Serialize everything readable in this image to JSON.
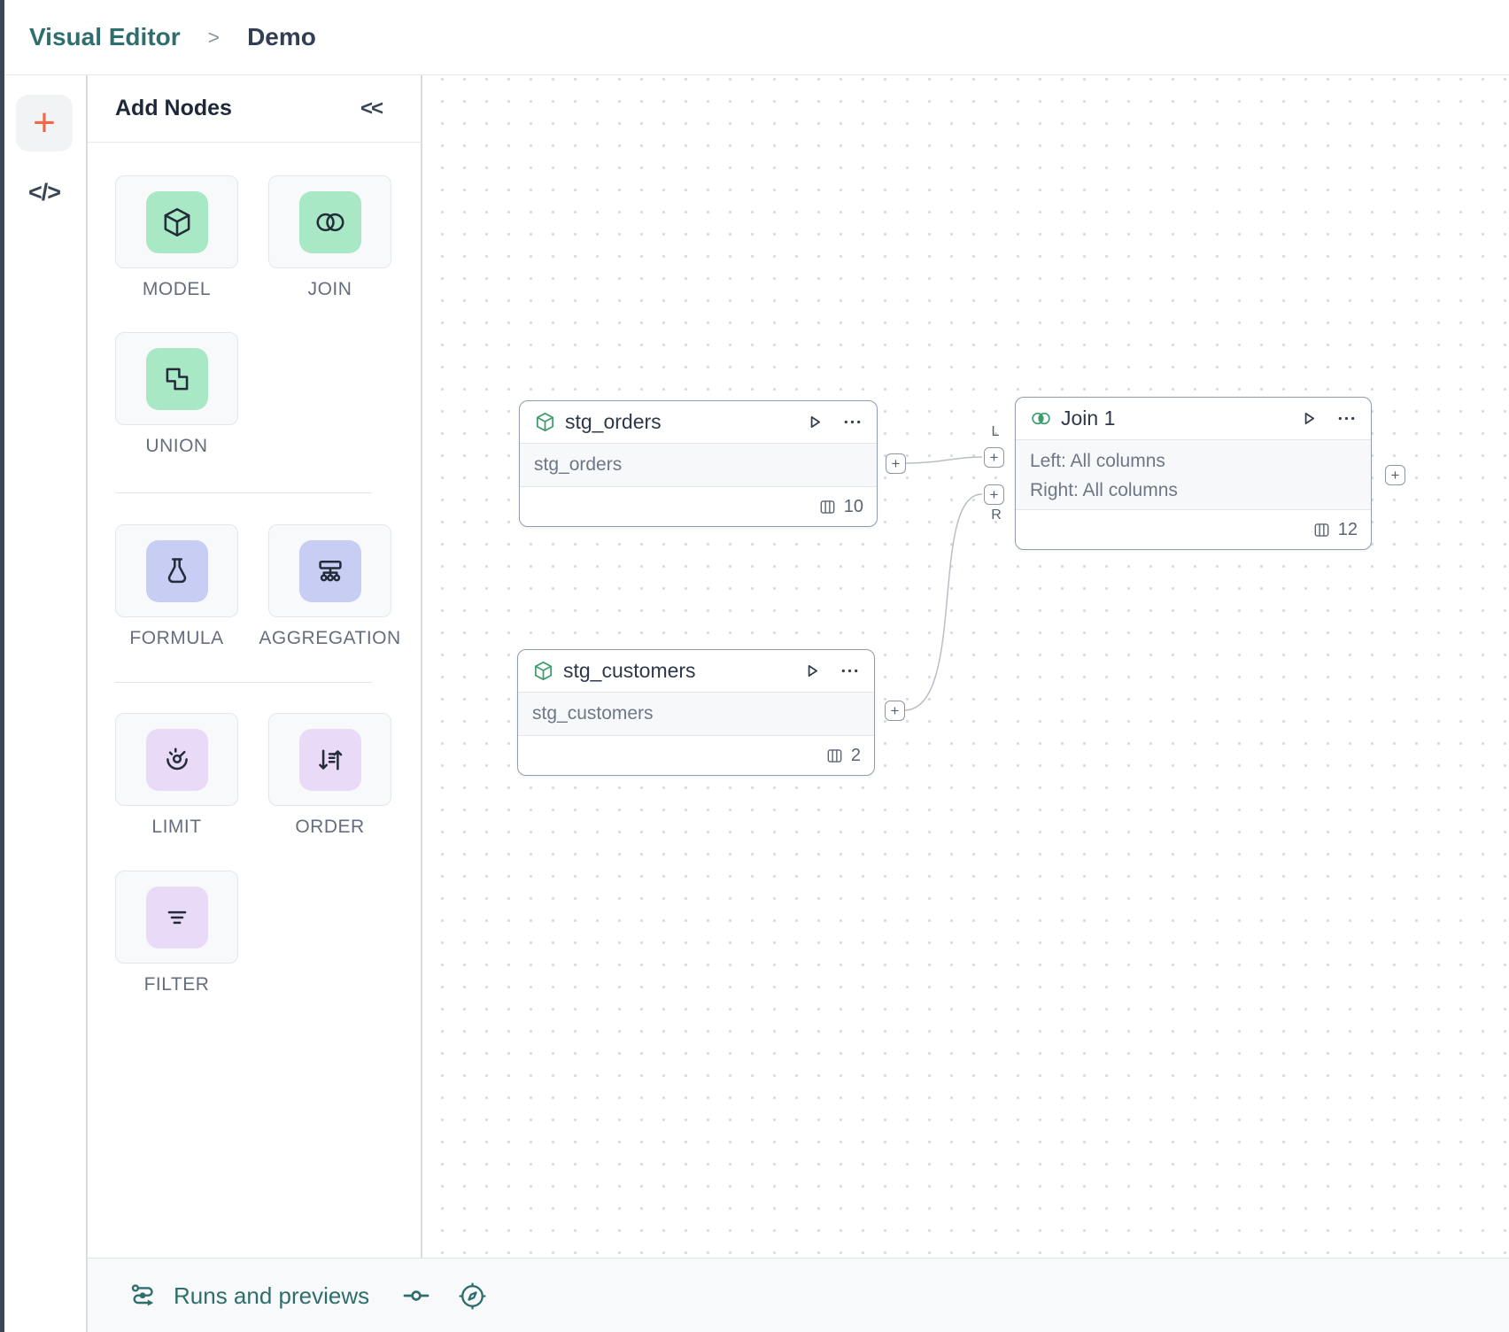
{
  "header": {
    "breadcrumb_app": "Visual Editor",
    "breadcrumb_separator": ">",
    "breadcrumb_page": "Demo"
  },
  "rail": {
    "add_button": "+",
    "code_button": "</>"
  },
  "panel": {
    "title": "Add Nodes",
    "collapse_icon": "<<"
  },
  "palette": {
    "items": [
      {
        "label": "MODEL",
        "icon": "cube-icon",
        "tile_color": "#a9e8c5"
      },
      {
        "label": "JOIN",
        "icon": "join-circles-icon",
        "tile_color": "#a9e8c5"
      },
      {
        "label": "UNION",
        "icon": "union-shapes-icon",
        "tile_color": "#a9e8c5"
      },
      {
        "label": "FORMULA",
        "icon": "flask-icon",
        "tile_color": "#c8cdf3"
      },
      {
        "label": "AGGREGATION",
        "icon": "sitemap-icon",
        "tile_color": "#c8cdf3"
      },
      {
        "label": "LIMIT",
        "icon": "gauge-icon",
        "tile_color": "#e9daf7"
      },
      {
        "label": "ORDER",
        "icon": "sort-arrows-icon",
        "tile_color": "#e9daf7"
      },
      {
        "label": "FILTER",
        "icon": "filter-lines-icon",
        "tile_color": "#e9daf7"
      }
    ]
  },
  "canvas": {
    "nodes": {
      "stg_orders": {
        "title": "stg_orders",
        "body": "stg_orders",
        "column_count": "10"
      },
      "join_1": {
        "title": "Join 1",
        "left_summary": "Left: All columns",
        "right_summary": "Right: All columns",
        "column_count": "12"
      },
      "stg_customers": {
        "title": "stg_customers",
        "body": "stg_customers",
        "column_count": "2"
      }
    },
    "ports": {
      "plus": "+",
      "left_label": "L",
      "right_label": "R"
    }
  },
  "footer": {
    "runs_label": "Runs and previews"
  },
  "colors": {
    "accent_teal": "#2e6e6c",
    "accent_orange": "#f2664a",
    "node_icon_green": "#3f9e6e",
    "edge_gray": "#b9bec6"
  }
}
